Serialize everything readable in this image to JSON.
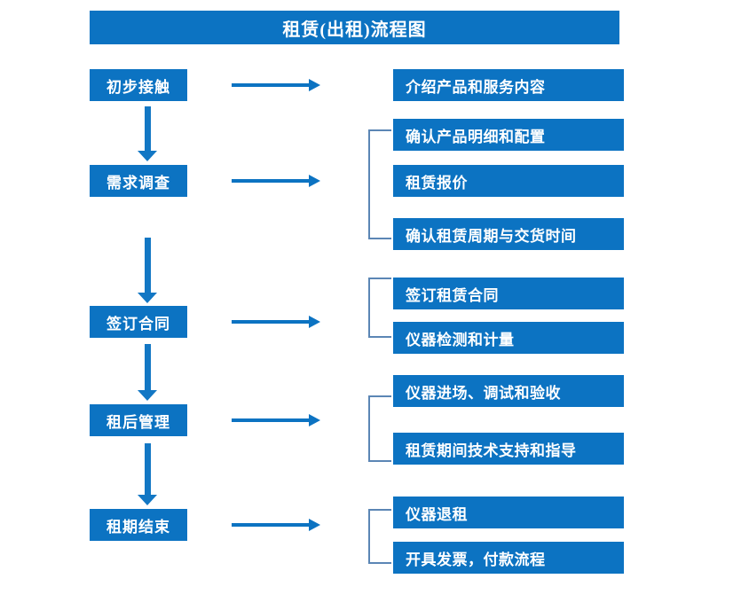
{
  "title": "租赁(出租)流程图",
  "colors": {
    "box_fill": "#0C73C2",
    "box_text": "#FFFFFF",
    "arrow": "#0C73C2",
    "bracket": "#5B86B5",
    "background": "#FFFFFF"
  },
  "stages": [
    {
      "label": "初步接触"
    },
    {
      "label": "需求调查"
    },
    {
      "label": "签订合同"
    },
    {
      "label": "租后管理"
    },
    {
      "label": "租期结束"
    }
  ],
  "details": [
    {
      "label": "介绍产品和服务内容"
    },
    {
      "label": "确认产品明细和配置"
    },
    {
      "label": "租赁报价"
    },
    {
      "label": "确认租赁周期与交货时间"
    },
    {
      "label": "签订租赁合同"
    },
    {
      "label": "仪器检测和计量"
    },
    {
      "label": "仪器进场、调试和验收"
    },
    {
      "label": "租赁期间技术支持和指导"
    },
    {
      "label": "仪器退租"
    },
    {
      "label": "开具发票，付款流程"
    }
  ],
  "connectors": {
    "horizontal_arrow_count": 5,
    "vertical_arrow_count": 4,
    "bracket_count": 4
  }
}
